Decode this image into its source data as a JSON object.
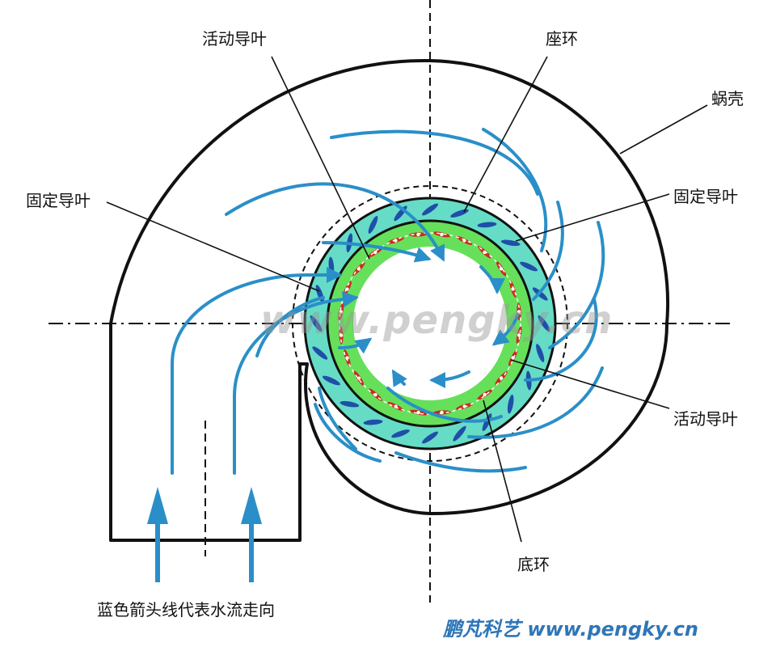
{
  "labels": {
    "guide_vane_top": "活动导叶",
    "stay_ring": "座环",
    "spiral_case": "蜗壳",
    "fixed_vane_left": "固定导叶",
    "fixed_vane_right": "固定导叶",
    "guide_vane_right": "活动导叶",
    "bottom_ring": "底环"
  },
  "caption": "蓝色箭头线代表水流走向",
  "footer": "鹏芃科艺 www.pengky.cn",
  "watermark": "www.pengky.cn",
  "colors": {
    "outline": "#111111",
    "flow": "#2a8fc8",
    "stay_ring": "#66dcc6",
    "guide_ring": "#66e05a",
    "fixed_vane": "#1f4fa8",
    "guide_vane": "#cc2b1e",
    "footer": "#2f76b8"
  }
}
